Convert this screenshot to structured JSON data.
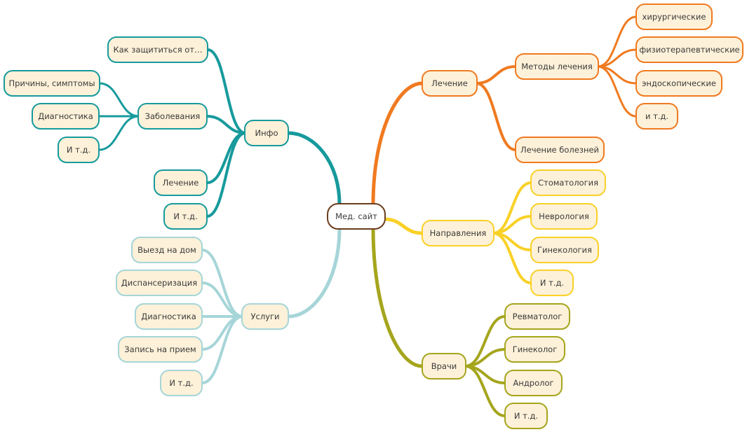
{
  "colors": {
    "root": "#6b3d1e",
    "info": "#179a9c",
    "uslugi": "#a6d5d8",
    "lechenie": "#f07a20",
    "napravleniya": "#f9d127",
    "vrachi": "#a5a51d",
    "node_fill": "#fdf1d9"
  },
  "root": {
    "label": "Мед. сайт"
  },
  "info": {
    "label": "Инфо",
    "kak": "Как защититься от…",
    "zabolevaniya": {
      "label": "Заболевания",
      "items": [
        "Причины, симптомы",
        "Диагностика",
        "И т.д."
      ]
    },
    "lechenie": "Лечение",
    "itd": "И т.д."
  },
  "uslugi": {
    "label": "Услуги",
    "items": [
      "Выезд на дом",
      "Диспансеризация",
      "Диагностика",
      "Запись на прием",
      "И т.д."
    ]
  },
  "lechenie": {
    "label": "Лечение",
    "metody": {
      "label": "Методы лечения",
      "items": [
        "хирургические",
        "физиотерапевтические",
        "эндоскопические",
        "и т.д."
      ]
    },
    "bolezni": "Лечение болезней"
  },
  "napravleniya": {
    "label": "Направления",
    "items": [
      "Стоматология",
      "Неврология",
      "Гинекология",
      "И т.д."
    ]
  },
  "vrachi": {
    "label": "Врачи",
    "items": [
      "Ревматолог",
      "Гинеколог",
      "Андролог",
      "И т.д."
    ]
  }
}
